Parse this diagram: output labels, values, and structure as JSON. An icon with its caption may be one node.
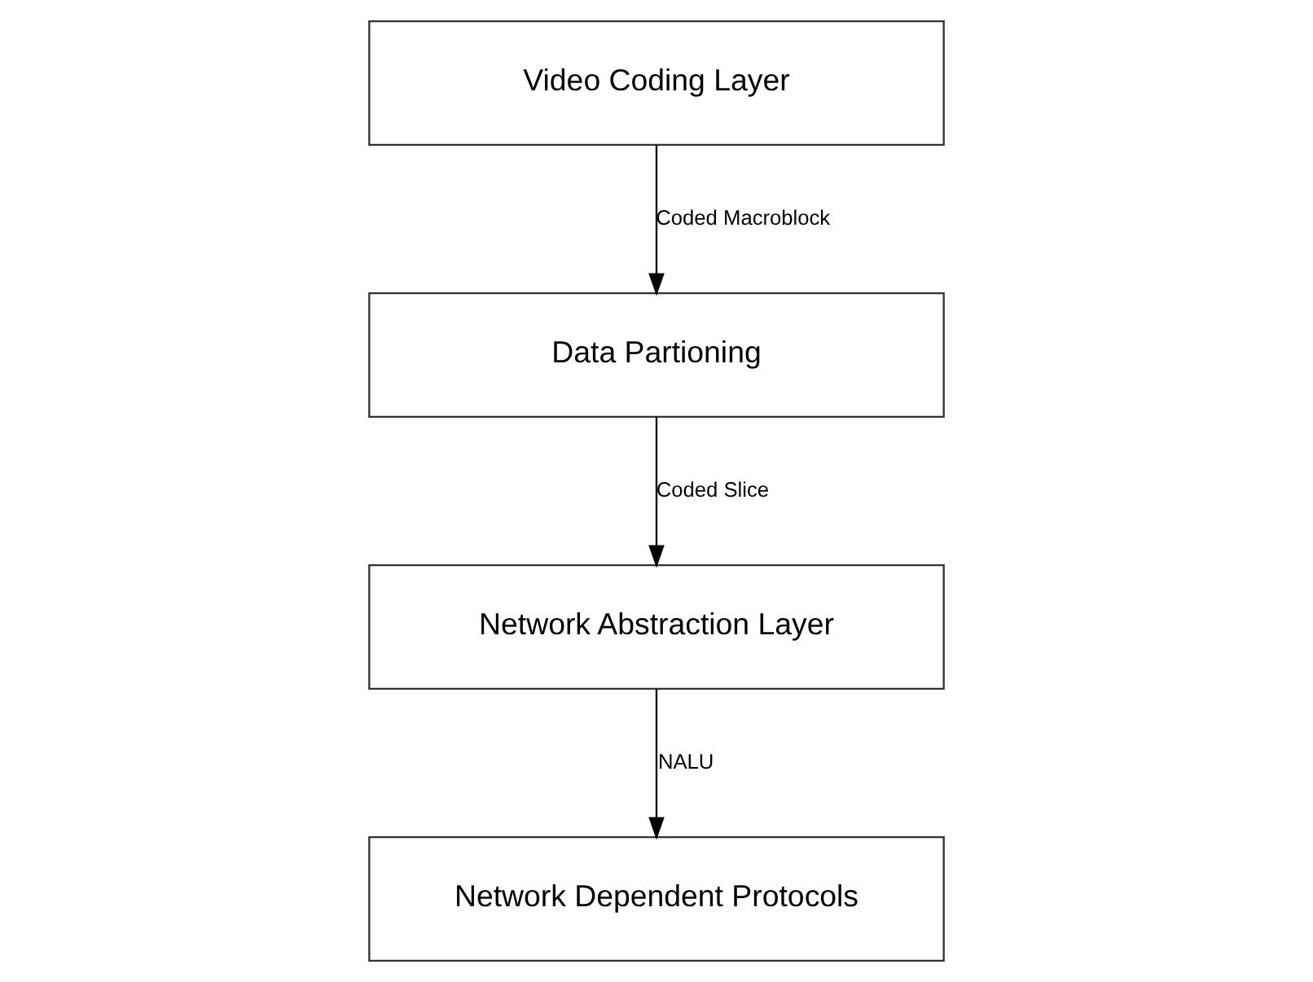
{
  "diagram": {
    "nodes": [
      {
        "text": [
          "Video Coding Layer"
        ]
      },
      {
        "text": [
          "Data Partioning"
        ]
      },
      {
        "text": [
          "Network Abstraction Layer"
        ]
      },
      {
        "text": [
          "Network Dependent Protocols"
        ]
      }
    ],
    "edges": [
      {
        "from": 0,
        "to": 1,
        "arrow": "to",
        "label": "Coded Macroblock"
      },
      {
        "from": 1,
        "to": 2,
        "arrow": "to",
        "label": "Coded Slice"
      },
      {
        "from": 2,
        "to": 3,
        "arrow": "to",
        "label": "NALU"
      }
    ]
  }
}
